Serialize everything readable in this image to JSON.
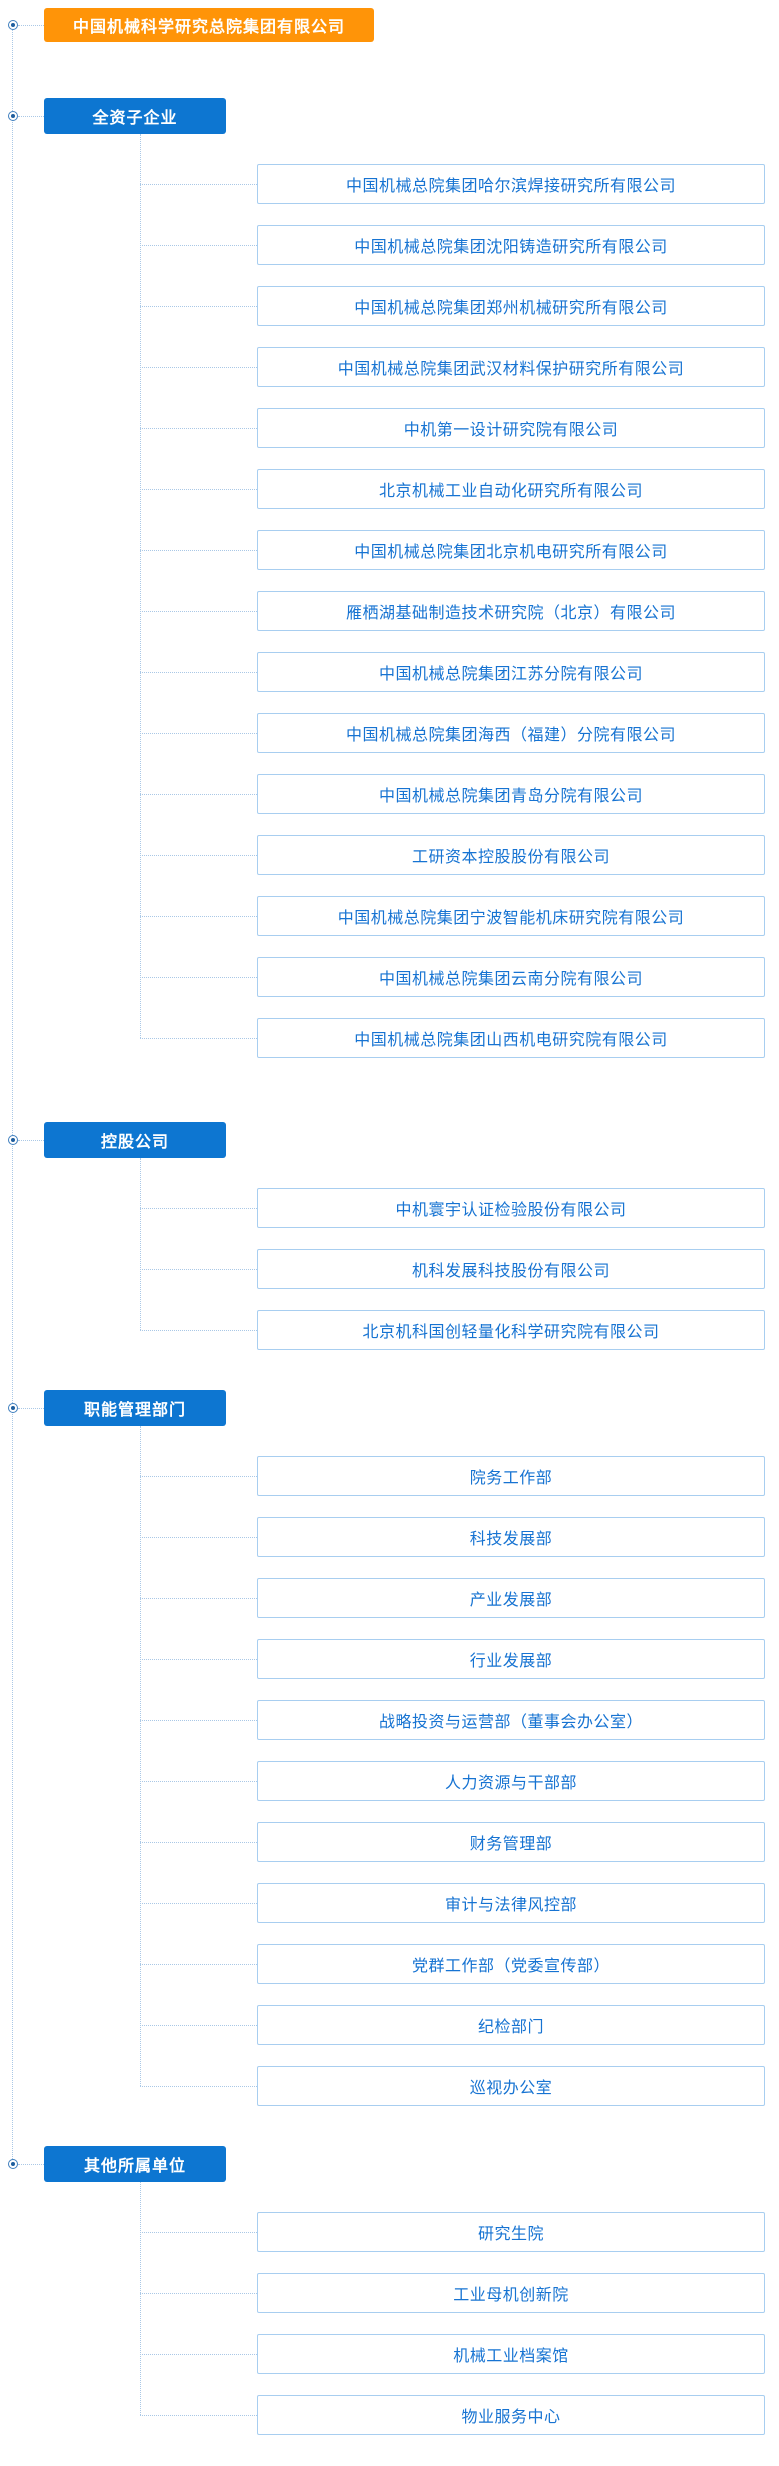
{
  "root": {
    "label": "中国机械科学研究总院集团有限公司"
  },
  "sections": [
    {
      "label": "全资子企业",
      "items": [
        "中国机械总院集团哈尔滨焊接研究所有限公司",
        "中国机械总院集团沈阳铸造研究所有限公司",
        "中国机械总院集团郑州机械研究所有限公司",
        "中国机械总院集团武汉材料保护研究所有限公司",
        "中机第一设计研究院有限公司",
        "北京机械工业自动化研究所有限公司",
        "中国机械总院集团北京机电研究所有限公司",
        "雁栖湖基础制造技术研究院（北京）有限公司",
        "中国机械总院集团江苏分院有限公司",
        "中国机械总院集团海西（福建）分院有限公司",
        "中国机械总院集团青岛分院有限公司",
        "工研资本控股股份有限公司",
        "中国机械总院集团宁波智能机床研究院有限公司",
        "中国机械总院集团云南分院有限公司",
        "中国机械总院集团山西机电研究院有限公司"
      ]
    },
    {
      "label": "控股公司",
      "items": [
        "中机寰宇认证检验股份有限公司",
        "机科发展科技股份有限公司",
        "北京机科国创轻量化科学研究院有限公司"
      ]
    },
    {
      "label": "职能管理部门",
      "items": [
        "院务工作部",
        "科技发展部",
        "产业发展部",
        "行业发展部",
        "战略投资与运营部（董事会办公室）",
        "人力资源与干部部",
        "财务管理部",
        "审计与法律风控部",
        "党群工作部（党委宣传部）",
        "纪检部门",
        "巡视办公室"
      ]
    },
    {
      "label": "其他所属单位",
      "items": [
        "研究生院",
        "工业母机创新院",
        "机械工业档案馆",
        "物业服务中心"
      ]
    }
  ],
  "colors": {
    "root_bg": "#ff9408",
    "category_bg": "#0d76d1",
    "item_text": "#1673d2",
    "item_border": "#a8cef0",
    "connector": "#aac8e6"
  }
}
